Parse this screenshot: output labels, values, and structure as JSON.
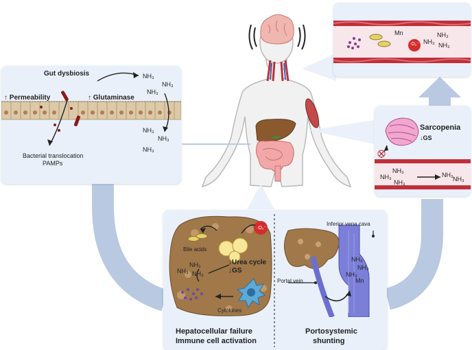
{
  "gut": {
    "dysbiosis": "Gut dysbiosis",
    "permeability": "↑ Permeability",
    "glutaminase": "↑ Glutaminase",
    "translocation_line1": "Bacterial translocation",
    "translocation_line2": "PAMPs",
    "nh3": "NH₃"
  },
  "brain": {
    "mn": "Mn",
    "ros": "·O₂⁻",
    "nh3": "NH₃"
  },
  "muscle": {
    "sarcopenia": "Sarcopenia",
    "gs": "↓GS",
    "nh3": "NH₃"
  },
  "liver": {
    "bile_acids": "Bile acids",
    "urea_cycle": "↓Urea cycle",
    "gs": "↓GS",
    "cytokines": "Cytokines",
    "ros": "·O₂⁻",
    "nh3": "NH₃",
    "caption_line1": "Hepatocellular failure",
    "caption_line2": "Immune cell activation"
  },
  "shunt": {
    "ivc": "Inferior vena cava",
    "portal_vein": "Portal vein",
    "mn": "Mn",
    "nh3": "NH₃",
    "caption_line1": "Portosystemic",
    "caption_line2": "shunting"
  },
  "colors": {
    "panel_bg": "#e9f0f9",
    "cycle_arrow": "#b8c9e1",
    "vessel": "#c0303a",
    "liver": "#a0784a"
  }
}
